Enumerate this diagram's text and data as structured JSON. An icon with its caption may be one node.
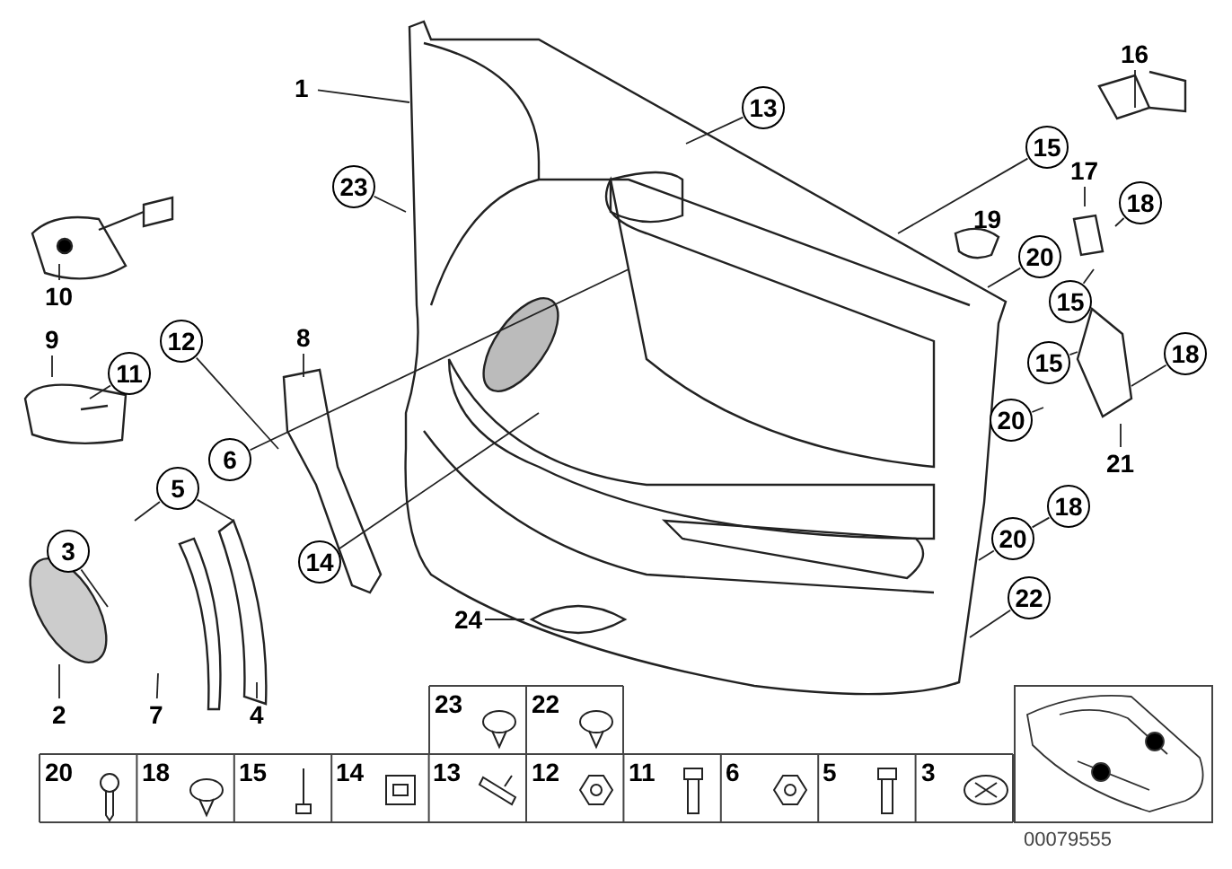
{
  "diagram": {
    "nodes": [
      {
        "text": [
          "1"
        ]
      },
      {
        "text": [
          "13"
        ]
      },
      {
        "text": [
          "16"
        ]
      },
      {
        "text": [
          "15"
        ]
      },
      {
        "text": [
          "23"
        ]
      },
      {
        "text": [
          "17"
        ]
      },
      {
        "text": [
          "18"
        ]
      },
      {
        "text": [
          "20"
        ]
      },
      {
        "text": [
          "10"
        ]
      },
      {
        "text": [
          "15"
        ]
      },
      {
        "text": [
          "9"
        ]
      },
      {
        "text": [
          "11"
        ]
      },
      {
        "text": [
          "12"
        ]
      },
      {
        "text": [
          "8"
        ]
      },
      {
        "text": [
          "15"
        ]
      },
      {
        "text": [
          "18"
        ]
      },
      {
        "text": [
          "6"
        ]
      },
      {
        "text": [
          "20"
        ]
      },
      {
        "text": [
          "21"
        ]
      },
      {
        "text": [
          "5"
        ]
      },
      {
        "text": [
          "18"
        ]
      },
      {
        "text": [
          "3"
        ]
      },
      {
        "text": [
          "14"
        ]
      },
      {
        "text": [
          "20"
        ]
      },
      {
        "text": [
          "22"
        ]
      },
      {
        "text": [
          "24"
        ]
      },
      {
        "text": [
          "2"
        ]
      },
      {
        "text": [
          "7"
        ]
      },
      {
        "text": [
          "4"
        ]
      }
    ],
    "edges": [
      {
        "from": 0,
        "to": null,
        "arrow": "none"
      },
      {
        "from": 1,
        "to": null,
        "arrow": "none"
      },
      {
        "from": 2,
        "to": null,
        "arrow": "none"
      },
      {
        "from": 3,
        "to": null,
        "arrow": "none"
      },
      {
        "from": 4,
        "to": null,
        "arrow": "none"
      },
      {
        "from": 5,
        "to": null,
        "arrow": "none"
      },
      {
        "from": 6,
        "to": null,
        "arrow": "none"
      },
      {
        "from": 7,
        "to": null,
        "arrow": "none"
      },
      {
        "from": 8,
        "to": null,
        "arrow": "none"
      },
      {
        "from": 9,
        "to": null,
        "arrow": "none"
      },
      {
        "from": 10,
        "to": null,
        "arrow": "none"
      },
      {
        "from": 11,
        "to": null,
        "arrow": "none"
      },
      {
        "from": 12,
        "to": null,
        "arrow": "none"
      },
      {
        "from": 13,
        "to": null,
        "arrow": "none"
      },
      {
        "from": 14,
        "to": null,
        "arrow": "none"
      },
      {
        "from": 15,
        "to": null,
        "arrow": "none"
      },
      {
        "from": 16,
        "to": null,
        "arrow": "none"
      },
      {
        "from": 17,
        "to": null,
        "arrow": "none"
      },
      {
        "from": 18,
        "to": null,
        "arrow": "none"
      },
      {
        "from": 19,
        "to": null,
        "arrow": "none"
      },
      {
        "from": 19,
        "to": null,
        "arrow": "none"
      },
      {
        "from": 20,
        "to": 23,
        "arrow": "none"
      },
      {
        "from": 21,
        "to": null,
        "arrow": "none"
      },
      {
        "from": 22,
        "to": null,
        "arrow": "none"
      },
      {
        "from": 23,
        "to": null,
        "arrow": "none"
      },
      {
        "from": 24,
        "to": null,
        "arrow": "none"
      },
      {
        "from": 25,
        "to": null,
        "arrow": "none"
      },
      {
        "from": 26,
        "to": null,
        "arrow": "none"
      },
      {
        "from": 27,
        "to": null,
        "arrow": "none"
      },
      {
        "from": 28,
        "to": null,
        "arrow": "none"
      }
    ],
    "labels": [
      "19",
      "23",
      "22",
      "20",
      "18",
      "15",
      "14",
      "13",
      "12",
      "11",
      "6",
      "5",
      "3",
      "00079555"
    ]
  }
}
